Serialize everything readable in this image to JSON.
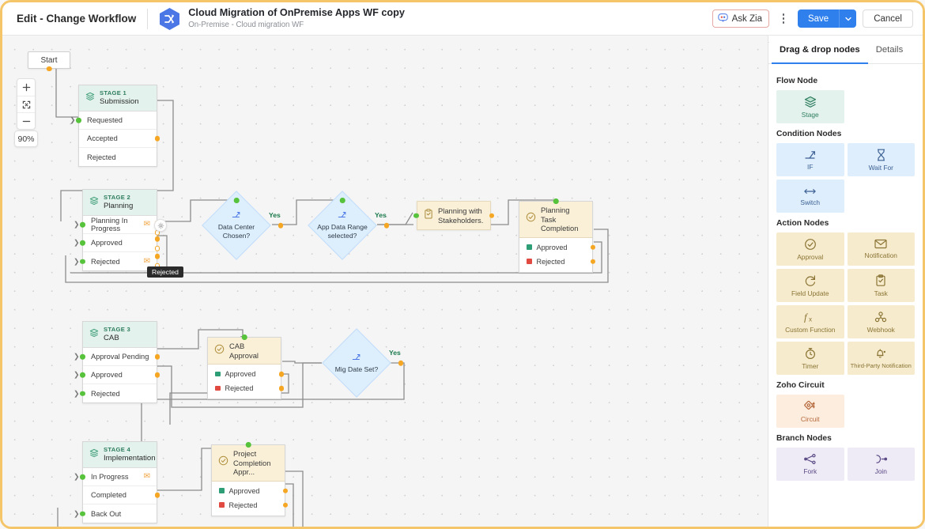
{
  "header": {
    "edit_title": "Edit - Change Workflow",
    "workflow_name": "Cloud Migration of OnPremise Apps WF copy",
    "workflow_subtitle": "On-Premise - Cloud migration WF",
    "logo_icon": "shuffle-hex-icon",
    "ask_zia_label": "Ask Zia",
    "ask_zia_icon": "zia-chat-icon",
    "more_icon": "kebab-menu-icon",
    "save_label": "Save",
    "save_caret_icon": "chevron-down-icon",
    "cancel_label": "Cancel"
  },
  "canvas": {
    "zoom_level": "90%",
    "zoom_in_icon": "plus-icon",
    "fit_icon": "fit-screen-icon",
    "zoom_out_icon": "minus-icon",
    "start_label": "Start",
    "tooltip": "Rejected",
    "gear_icon": "gear-icon",
    "stages": [
      {
        "id": "stage1",
        "kind": "stage",
        "label": "STAGE 1",
        "name": "Submission",
        "icon": "layers-icon",
        "rows": [
          {
            "label": "Requested",
            "in": true,
            "out": false,
            "mail": false
          },
          {
            "label": "Accepted",
            "in": false,
            "out": true,
            "mail": false
          },
          {
            "label": "Rejected",
            "in": false,
            "out": false,
            "mail": false
          }
        ]
      },
      {
        "id": "stage2",
        "kind": "stage",
        "label": "STAGE 2",
        "name": "Planning",
        "icon": "layers-icon",
        "rows": [
          {
            "label": "Planning In Progress",
            "in": true,
            "out": true,
            "mail": true
          },
          {
            "label": "Approved",
            "in": true,
            "out": true,
            "mail": false
          },
          {
            "label": "Rejected",
            "in": true,
            "out": true,
            "mail": true
          }
        ]
      },
      {
        "id": "stage3",
        "kind": "stage",
        "label": "STAGE 3",
        "name": "CAB",
        "icon": "layers-icon",
        "rows": [
          {
            "label": "Approval Pending",
            "in": true,
            "out": true,
            "mail": false
          },
          {
            "label": "Approved",
            "in": true,
            "out": true,
            "mail": false
          },
          {
            "label": "Rejected",
            "in": true,
            "out": false,
            "mail": false
          }
        ]
      },
      {
        "id": "stage4",
        "kind": "stage",
        "label": "STAGE 4",
        "name": "Implementation",
        "icon": "layers-icon",
        "rows": [
          {
            "label": "In Progress",
            "in": true,
            "out": false,
            "mail": true
          },
          {
            "label": "Completed",
            "in": false,
            "out": true,
            "mail": false
          },
          {
            "label": "Back Out",
            "in": true,
            "out": false,
            "mail": false
          }
        ]
      }
    ],
    "conditions": [
      {
        "id": "cond1",
        "text_1": "Data Center",
        "text_2": "Chosen?",
        "icon": "if-branch-icon",
        "yes_label": "Yes"
      },
      {
        "id": "cond2",
        "text_1": "App Data Range",
        "text_2": "selected?",
        "icon": "if-branch-icon",
        "yes_label": "Yes"
      },
      {
        "id": "cond3",
        "text_1": "Mig Date Set?",
        "text_2": "",
        "icon": "if-branch-icon",
        "yes_label": "Yes"
      }
    ],
    "actions": [
      {
        "id": "task1",
        "icon": "task-clipboard-icon",
        "title_1": "Planning with",
        "title_2": "Stakeholders.",
        "rows": []
      },
      {
        "id": "appr1",
        "icon": "approval-check-icon",
        "title_1": "Planning Task",
        "title_2": "Completion",
        "rows": [
          {
            "label": "Approved",
            "color": "#2e9e76"
          },
          {
            "label": "Rejected",
            "color": "#e04a41"
          }
        ]
      },
      {
        "id": "appr2",
        "icon": "approval-check-icon",
        "title_1": "CAB Approval",
        "title_2": "",
        "rows": [
          {
            "label": "Approved",
            "color": "#2e9e76"
          },
          {
            "label": "Rejected",
            "color": "#e04a41"
          }
        ]
      },
      {
        "id": "appr3",
        "icon": "approval-check-icon",
        "title_1": "Project",
        "title_2": "Completion Appr...",
        "rows": [
          {
            "label": "Approved",
            "color": "#2e9e76"
          },
          {
            "label": "Rejected",
            "color": "#e04a41"
          }
        ]
      }
    ]
  },
  "panel": {
    "collapse_icon": "chevron-right-icon",
    "tabs": [
      {
        "label": "Drag & drop nodes",
        "active": true
      },
      {
        "label": "Details",
        "active": false
      }
    ],
    "sections": [
      {
        "title": "Flow Node",
        "theme": "c-green",
        "nodes": [
          {
            "label": "Stage",
            "icon": "layers-icon"
          }
        ]
      },
      {
        "title": "Condition Nodes",
        "theme": "c-blue",
        "nodes": [
          {
            "label": "IF",
            "icon": "if-branch-icon"
          },
          {
            "label": "Wait For",
            "icon": "hourglass-icon"
          },
          {
            "label": "Switch",
            "icon": "switch-arrows-icon"
          }
        ]
      },
      {
        "title": "Action Nodes",
        "theme": "c-yellow",
        "nodes": [
          {
            "label": "Approval",
            "icon": "approval-check-icon"
          },
          {
            "label": "Notification",
            "icon": "envelope-icon"
          },
          {
            "label": "Field Update",
            "icon": "refresh-icon"
          },
          {
            "label": "Task",
            "icon": "task-clipboard-icon"
          },
          {
            "label": "Custom Function",
            "icon": "fx-icon"
          },
          {
            "label": "Webhook",
            "icon": "webhook-icon"
          },
          {
            "label": "Timer",
            "icon": "timer-icon"
          },
          {
            "label": "Third-Party Notification",
            "icon": "bell-icon"
          }
        ]
      },
      {
        "title": "Zoho Circuit",
        "theme": "c-orange",
        "nodes": [
          {
            "label": "Circuit",
            "icon": "circuit-icon"
          }
        ]
      },
      {
        "title": "Branch Nodes",
        "theme": "c-purple",
        "nodes": [
          {
            "label": "Fork",
            "icon": "fork-icon"
          },
          {
            "label": "Join",
            "icon": "join-icon"
          }
        ]
      }
    ]
  }
}
